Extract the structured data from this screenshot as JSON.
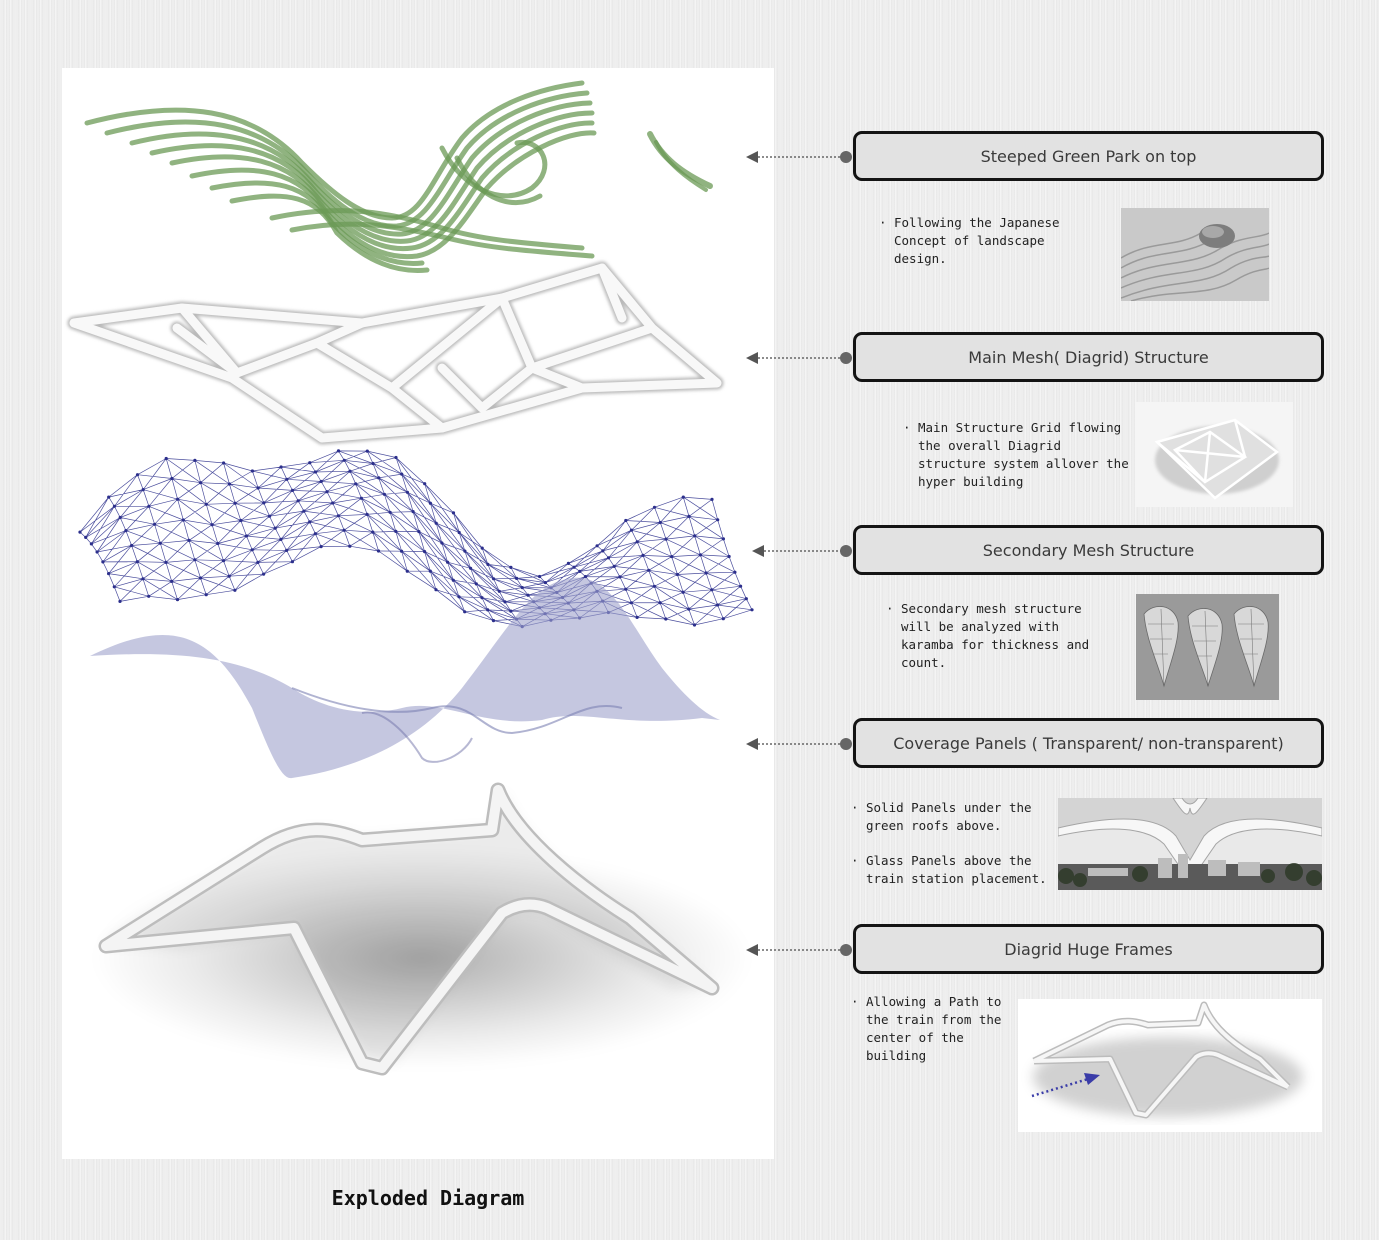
{
  "caption": "Exploded Diagram",
  "colors": {
    "green": "#6b9a55",
    "mesh": "#2c2f8c",
    "panel": "#9fa2cc",
    "frame": "#f4f4f4"
  },
  "layers": [
    {
      "label": "Steeped Green Park on top",
      "notes": [
        "Following the Japanese Concept of landscape design."
      ]
    },
    {
      "label": "Main Mesh( Diagrid) Structure",
      "notes": [
        "Main Structure Grid flowing the overall Diagrid structure system allover the hyper building"
      ]
    },
    {
      "label": "Secondary Mesh Structure",
      "notes": [
        "Secondary mesh structure will be analyzed with karamba for thickness and count."
      ]
    },
    {
      "label": "Coverage Panels ( Transparent/ non-transparent)",
      "notes": [
        "Solid Panels under the green roofs above.",
        "Glass Panels above the train station placement."
      ]
    },
    {
      "label": "Diagrid Huge Frames",
      "notes": [
        "Allowing a Path to the train from the center of the building"
      ]
    }
  ],
  "icons": {
    "leader": "arrow-left-icon",
    "bullet": "bullet-dot-icon"
  }
}
